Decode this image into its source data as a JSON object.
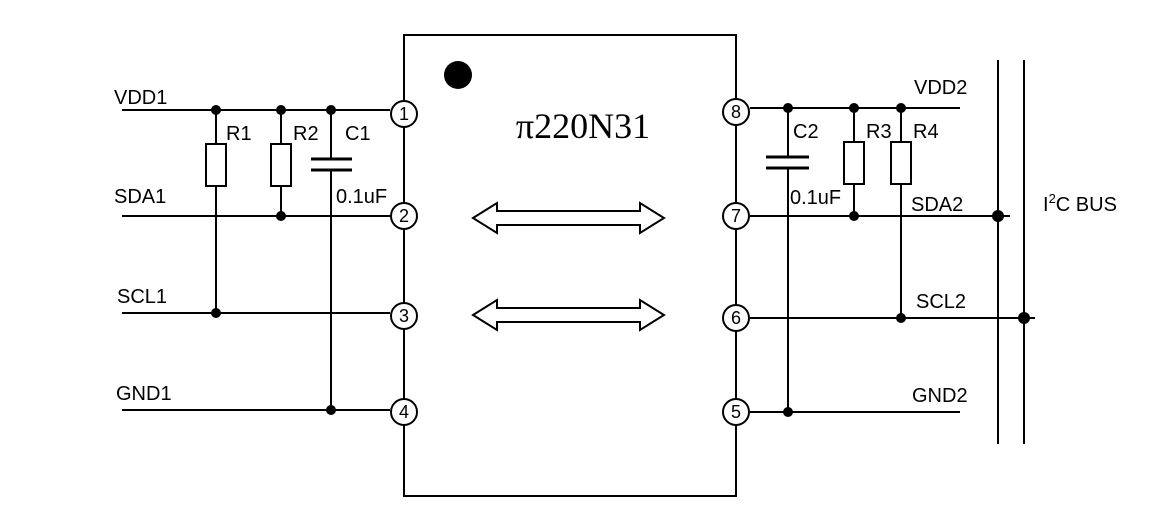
{
  "chip": {
    "part_number": "π220N31"
  },
  "left_nets": {
    "vdd": "VDD1",
    "sda": "SDA1",
    "scl": "SCL1",
    "gnd": "GND1"
  },
  "right_nets": {
    "vdd": "VDD2",
    "sda": "SDA2",
    "scl": "SCL2",
    "gnd": "GND2"
  },
  "pins": [
    "1",
    "2",
    "3",
    "4",
    "8",
    "7",
    "6",
    "5"
  ],
  "components": {
    "r1": "R1",
    "r2": "R2",
    "c1": "C1",
    "c1_value": "0.1uF",
    "c2": "C2",
    "c2_value": "0.1uF",
    "r3": "R3",
    "r4": "R4"
  },
  "bus": {
    "prefix": "I",
    "superscript": "2",
    "suffix": "C BUS"
  }
}
